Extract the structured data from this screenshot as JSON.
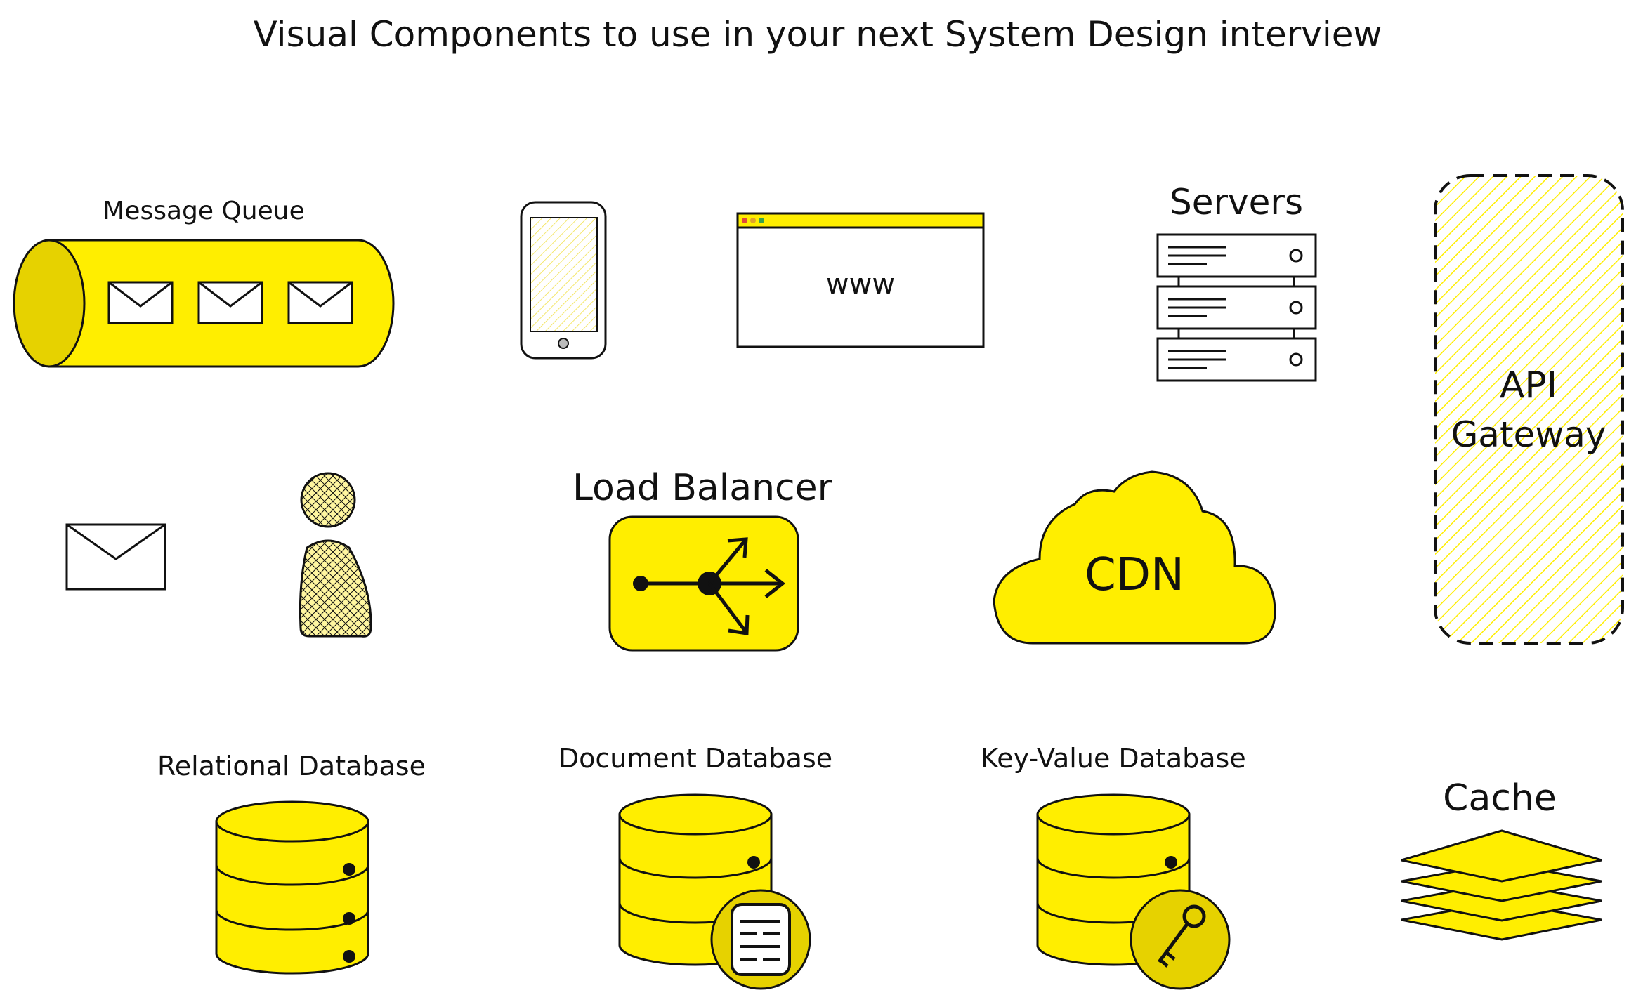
{
  "title": "Visual Components to use in your next System Design interview",
  "colors": {
    "accent": "#FFEE00",
    "accent_dark": "#E6D200",
    "stroke": "#111111",
    "background": "#FFFFFF"
  },
  "components": {
    "message_queue": {
      "label": "Message Queue",
      "icon": "message-queue-icon"
    },
    "mobile": {
      "icon": "mobile-phone-icon"
    },
    "browser": {
      "text": "www",
      "icon": "browser-window-icon"
    },
    "servers": {
      "label": "Servers",
      "icon": "server-rack-icon"
    },
    "api_gateway": {
      "label_line1": "API",
      "label_line2": "Gateway",
      "icon": "api-gateway-icon"
    },
    "message": {
      "icon": "envelope-icon"
    },
    "user": {
      "icon": "user-icon"
    },
    "load_balancer": {
      "label": "Load Balancer",
      "icon": "load-balancer-icon"
    },
    "cdn": {
      "label": "CDN",
      "icon": "cloud-icon"
    },
    "relational_db": {
      "label": "Relational Database",
      "icon": "database-icon"
    },
    "document_db": {
      "label": "Document Database",
      "icon": "document-database-icon"
    },
    "key_value_db": {
      "label": "Key-Value Database",
      "icon": "key-value-database-icon"
    },
    "cache": {
      "label": "Cache",
      "icon": "cache-layers-icon"
    }
  }
}
